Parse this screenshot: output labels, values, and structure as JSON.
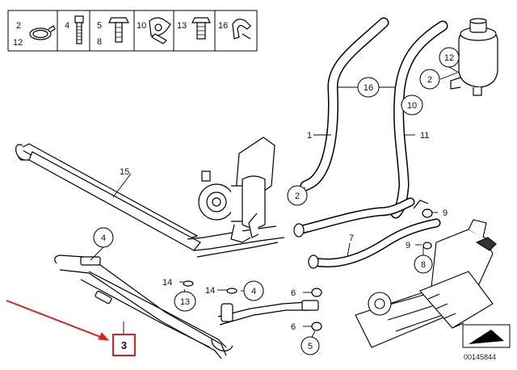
{
  "legend": {
    "cells": [
      {
        "top": "2",
        "bottom": "12",
        "icon": "hose-clamp-icon"
      },
      {
        "top": "4",
        "bottom": "",
        "icon": "bolt-icon"
      },
      {
        "top": "5",
        "bottom": "8",
        "icon": "banjo-bolt-icon"
      },
      {
        "top": "10",
        "bottom": "",
        "icon": "hose-holder-icon"
      },
      {
        "top": "13",
        "bottom": "",
        "icon": "screw-plug-icon"
      },
      {
        "top": "16",
        "bottom": "",
        "icon": "clip-icon"
      }
    ]
  },
  "callouts": {
    "c2a": "2",
    "c12": "12",
    "c16": "16",
    "c10": "10",
    "c1": "1",
    "c11": "11",
    "c2b": "2",
    "c15": "15",
    "c9a": "9",
    "c7": "7",
    "c9b": "9",
    "c4a": "4",
    "c8": "8",
    "c14a": "14",
    "c13": "13",
    "c14b": "14",
    "c4b": "4",
    "c6a": "6",
    "c6b": "6",
    "c5": "5",
    "c3": "3"
  },
  "highlight": {
    "label": "3",
    "color": "#e02020"
  },
  "diagram_code": "00145844"
}
